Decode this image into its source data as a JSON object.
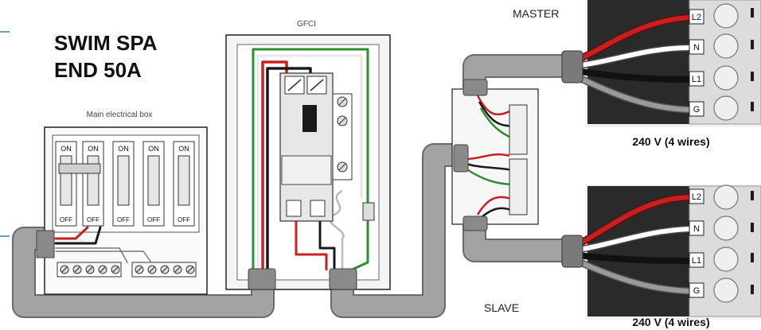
{
  "title": {
    "line1": "SWIM SPA",
    "line2": "END 50A"
  },
  "main_box": {
    "label": "Main electrical box",
    "breaker_on": "ON",
    "breaker_off": "OFF"
  },
  "gfci": {
    "label": "GFCI"
  },
  "master": {
    "label": "MASTER",
    "caption": "240 V (4 wires)",
    "terminals": [
      "L2",
      "N",
      "L1",
      "G"
    ]
  },
  "slave": {
    "label": "SLAVE",
    "caption": "240 V (4 wires)",
    "terminals": [
      "L2",
      "N",
      "L1",
      "G"
    ]
  },
  "colors": {
    "conduit": "#9a9a9a",
    "wire_red": "#c8201e",
    "wire_black": "#1a1a1a",
    "wire_white": "#ffffff",
    "wire_green": "#2f8f2f",
    "wire_ground": "#8a8a8a"
  }
}
